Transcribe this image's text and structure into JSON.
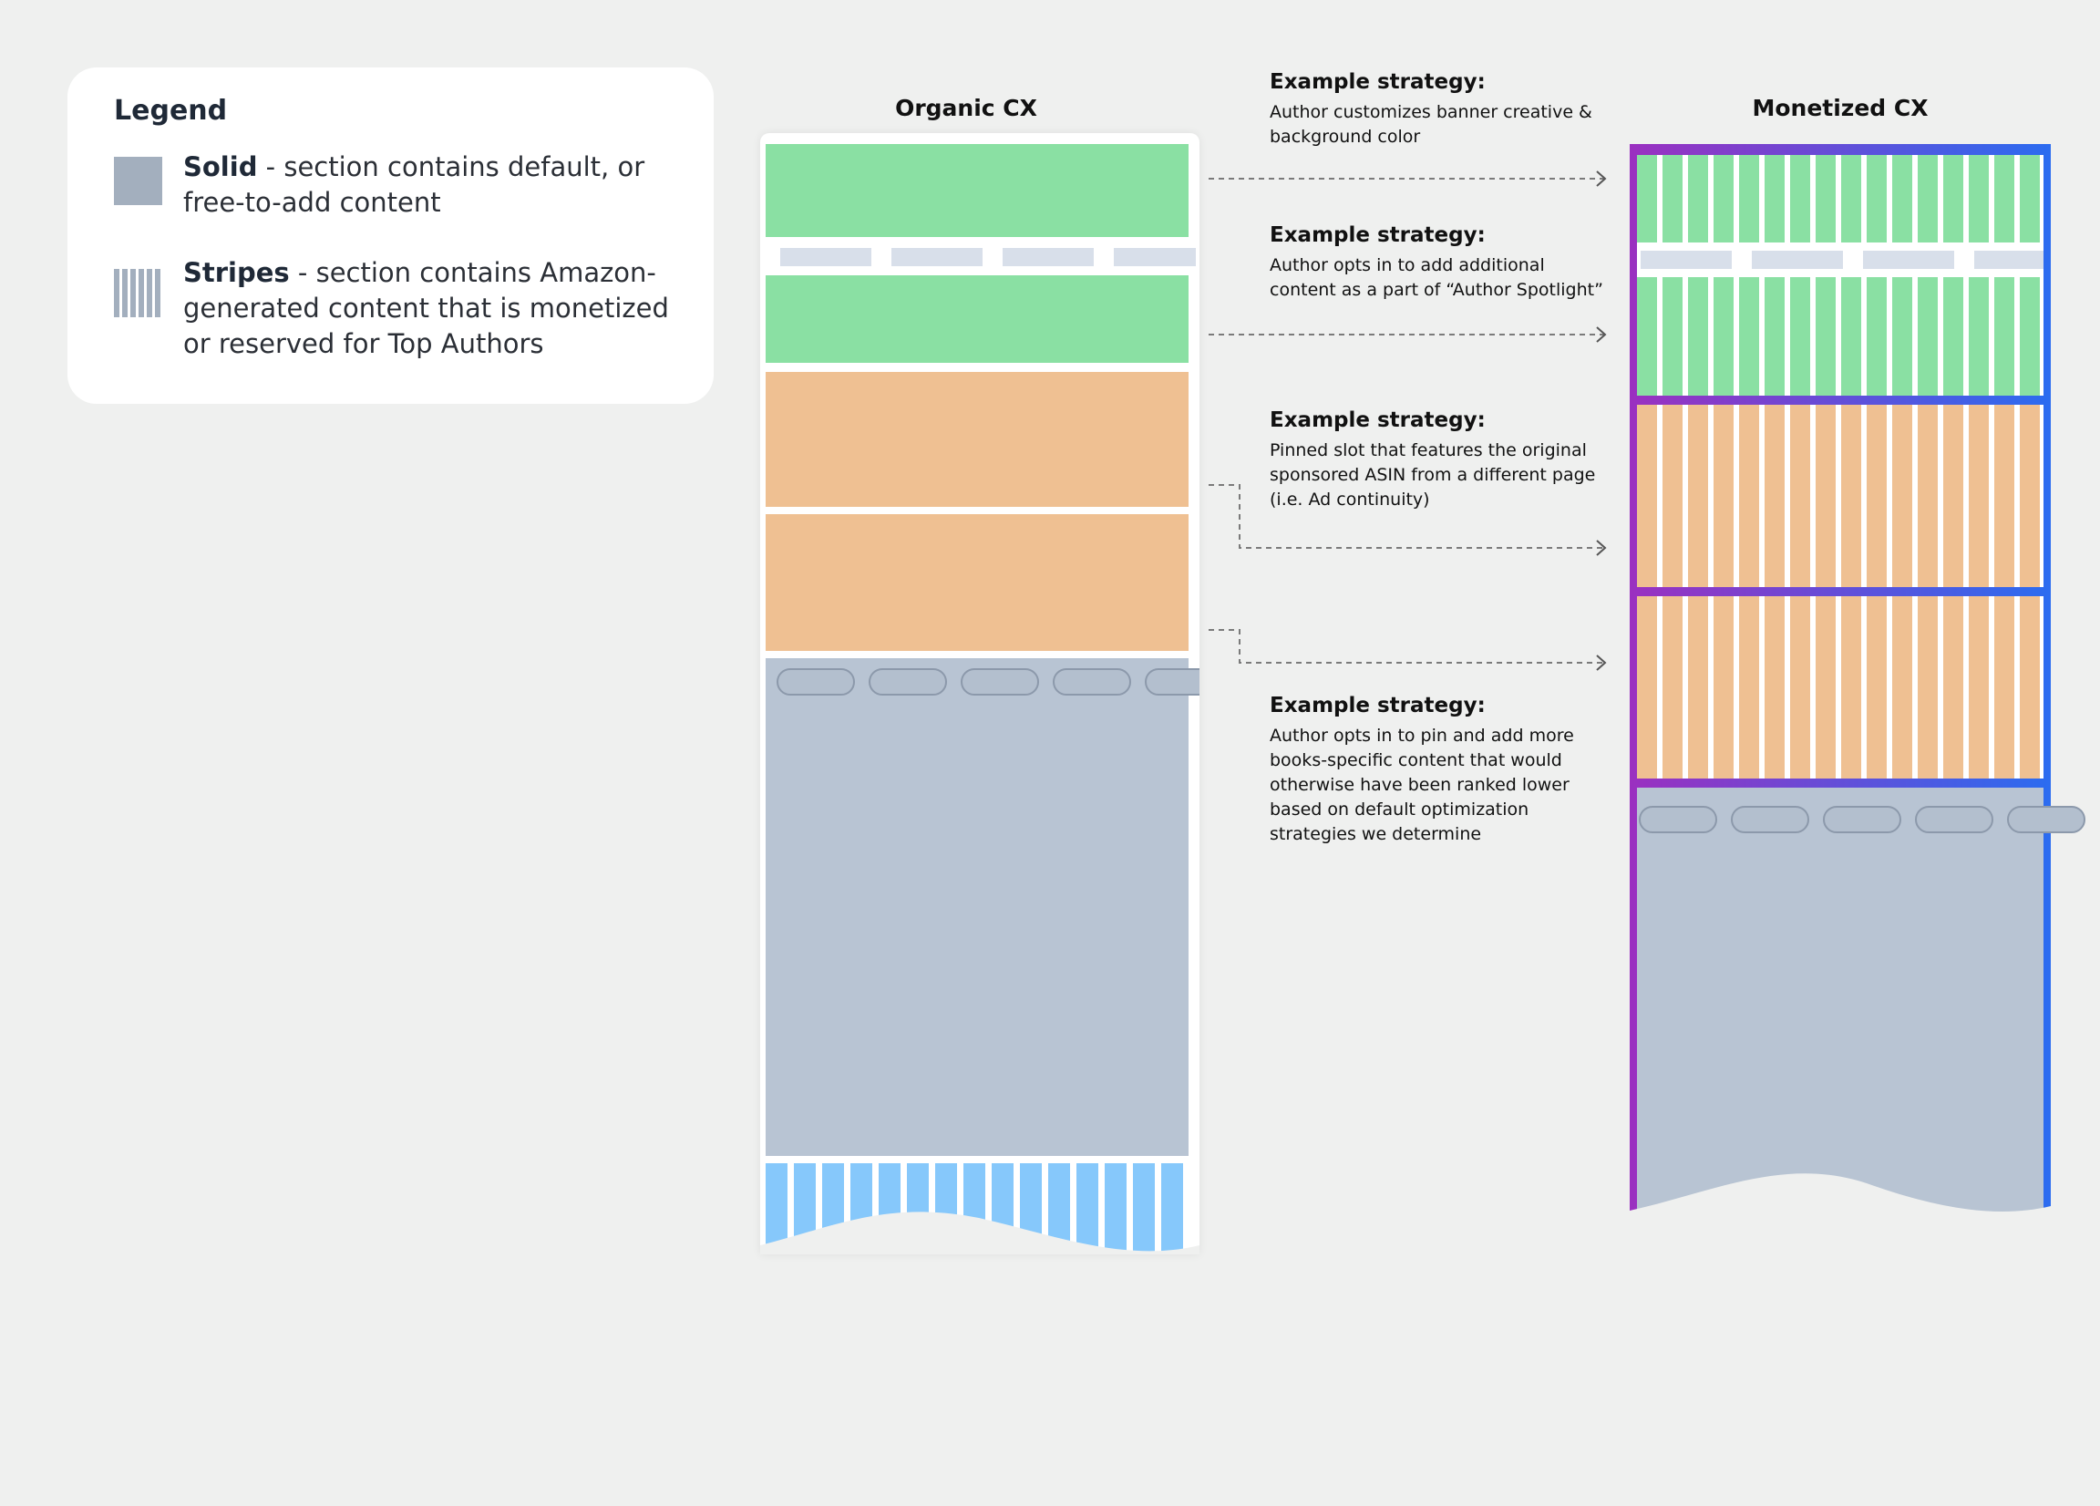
{
  "legend": {
    "title": "Legend",
    "solid_term": "Solid",
    "solid_desc": " - section contains default, or free-to-add content",
    "stripes_term": "Stripes",
    "stripes_desc": " - section contains Amazon-generated content that is monetized or reserved for Top Authors"
  },
  "columns": {
    "organic_title": "Organic CX",
    "monetized_title": "Monetized CX"
  },
  "strategies": [
    {
      "heading": "Example strategy:",
      "text": "Author customizes banner creative & background color"
    },
    {
      "heading": "Example strategy:",
      "text": "Author opts in to add additional content as a part of “Author Spotlight”"
    },
    {
      "heading": "Example strategy:",
      "text": "Pinned slot that features the original sponsored ASIN from a different page (i.e. Ad continuity)"
    },
    {
      "heading": "Example strategy:",
      "text": "Author opts in to pin and add more books-specific content that would otherwise have been ranked lower based on default optimization strategies we determine"
    }
  ],
  "colors": {
    "background": "#eff0ef",
    "green": "#8ae0a3",
    "orange": "#efc092",
    "grey": "#b8c4d3",
    "blue": "#86c8fb",
    "frame_gradient_start": "#9b30c0",
    "frame_gradient_end": "#2b6cf0"
  }
}
